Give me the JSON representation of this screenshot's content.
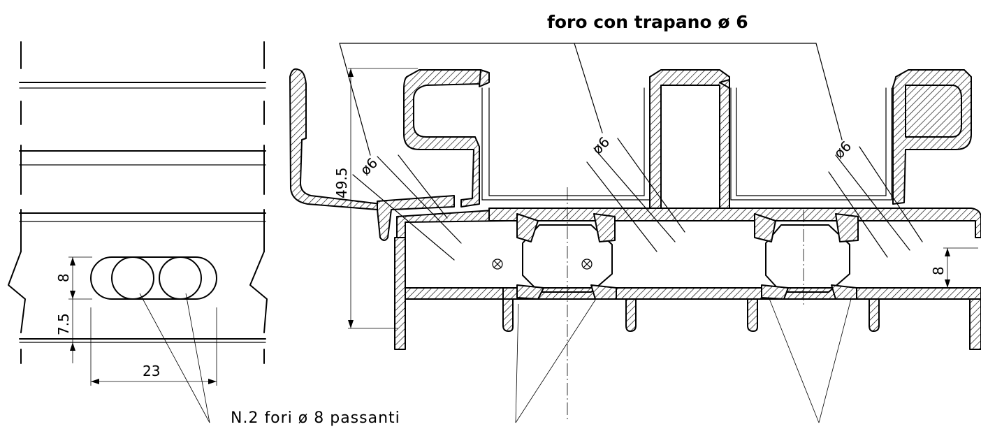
{
  "annotations": {
    "drill_title": "foro con trapano ø 6",
    "slots_note": "N.2 fori   ø 8 passanti"
  },
  "dimensions": {
    "height_total": "49.5",
    "hole_a": "ø6",
    "hole_b": "ø6",
    "hole_c": "ø6",
    "slot_height": "8",
    "slot_offset": "7.5",
    "slot_length": "23",
    "right_offset": "8"
  },
  "colors": {
    "line": "#000000",
    "background": "#ffffff"
  }
}
